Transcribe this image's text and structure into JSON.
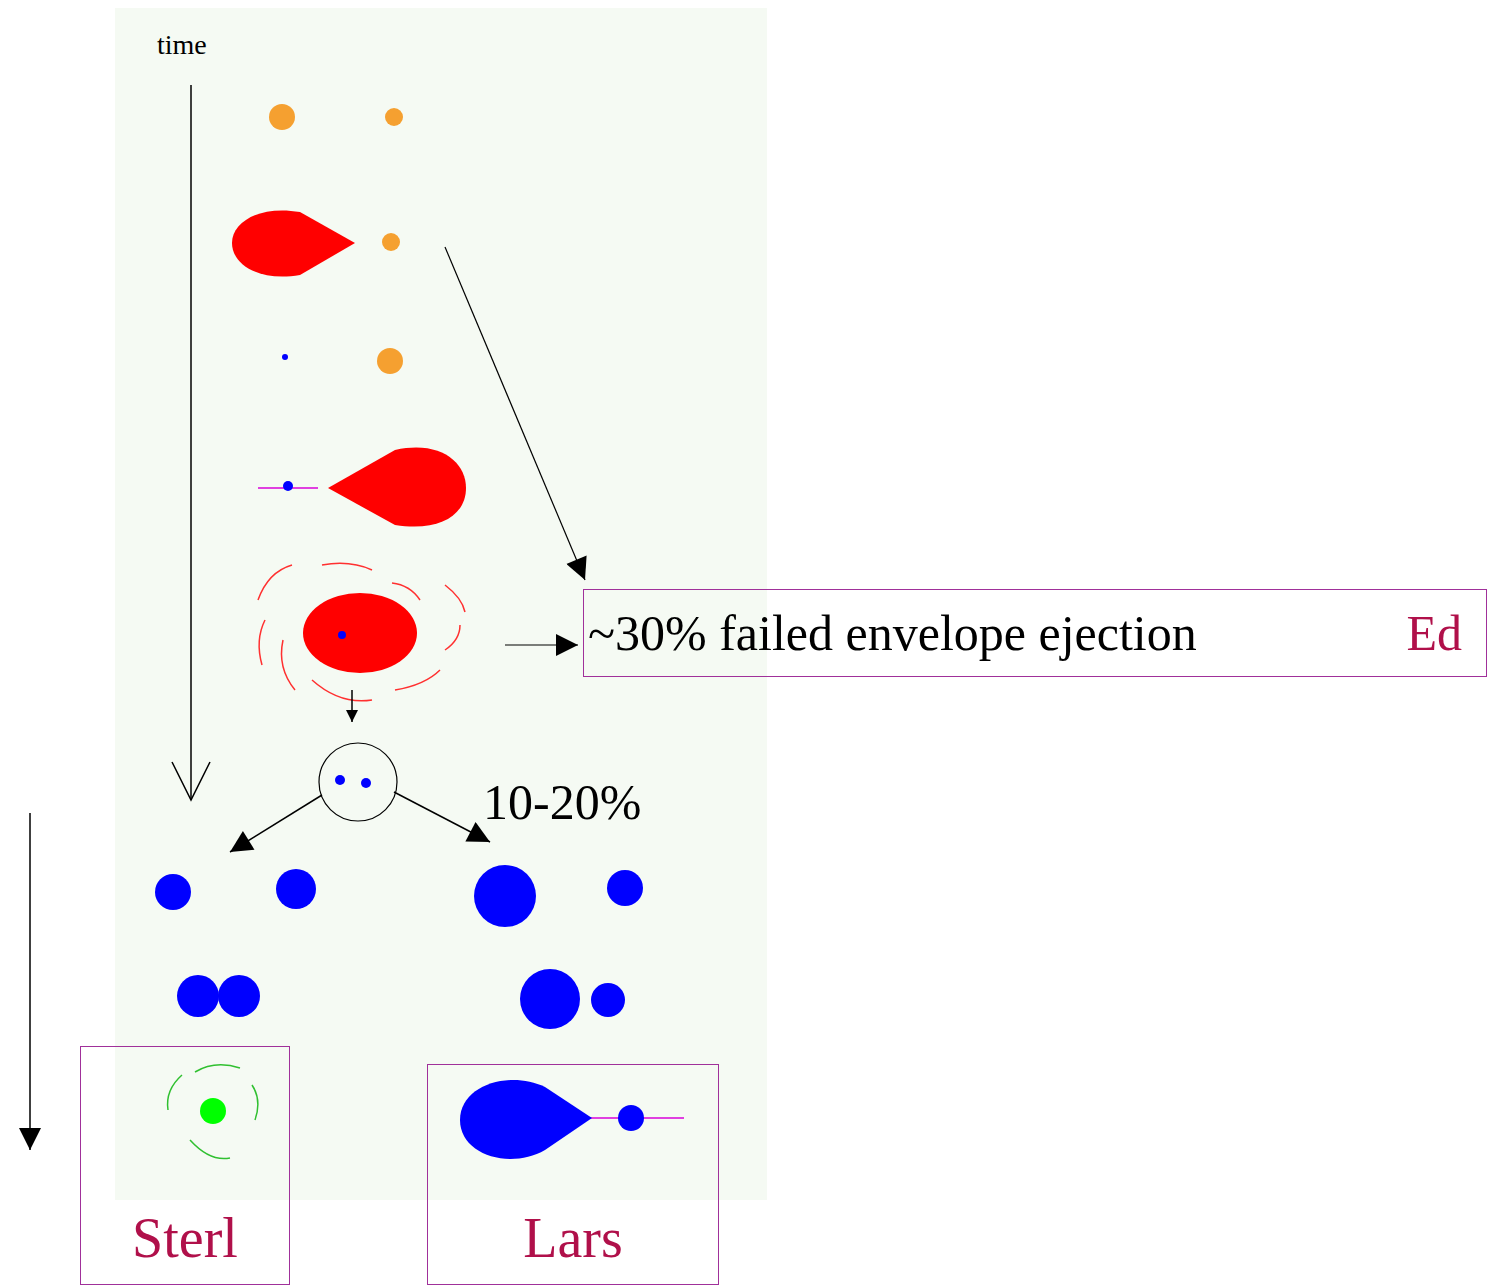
{
  "diagram": {
    "nodes": [
      {
        "text": [
          "~30% failed envelope ejection",
          "Ed"
        ]
      },
      {
        "text": [
          "Sterl"
        ]
      },
      {
        "text": [
          "Lars"
        ]
      }
    ],
    "labels": [
      "time",
      "10-20%"
    ]
  }
}
